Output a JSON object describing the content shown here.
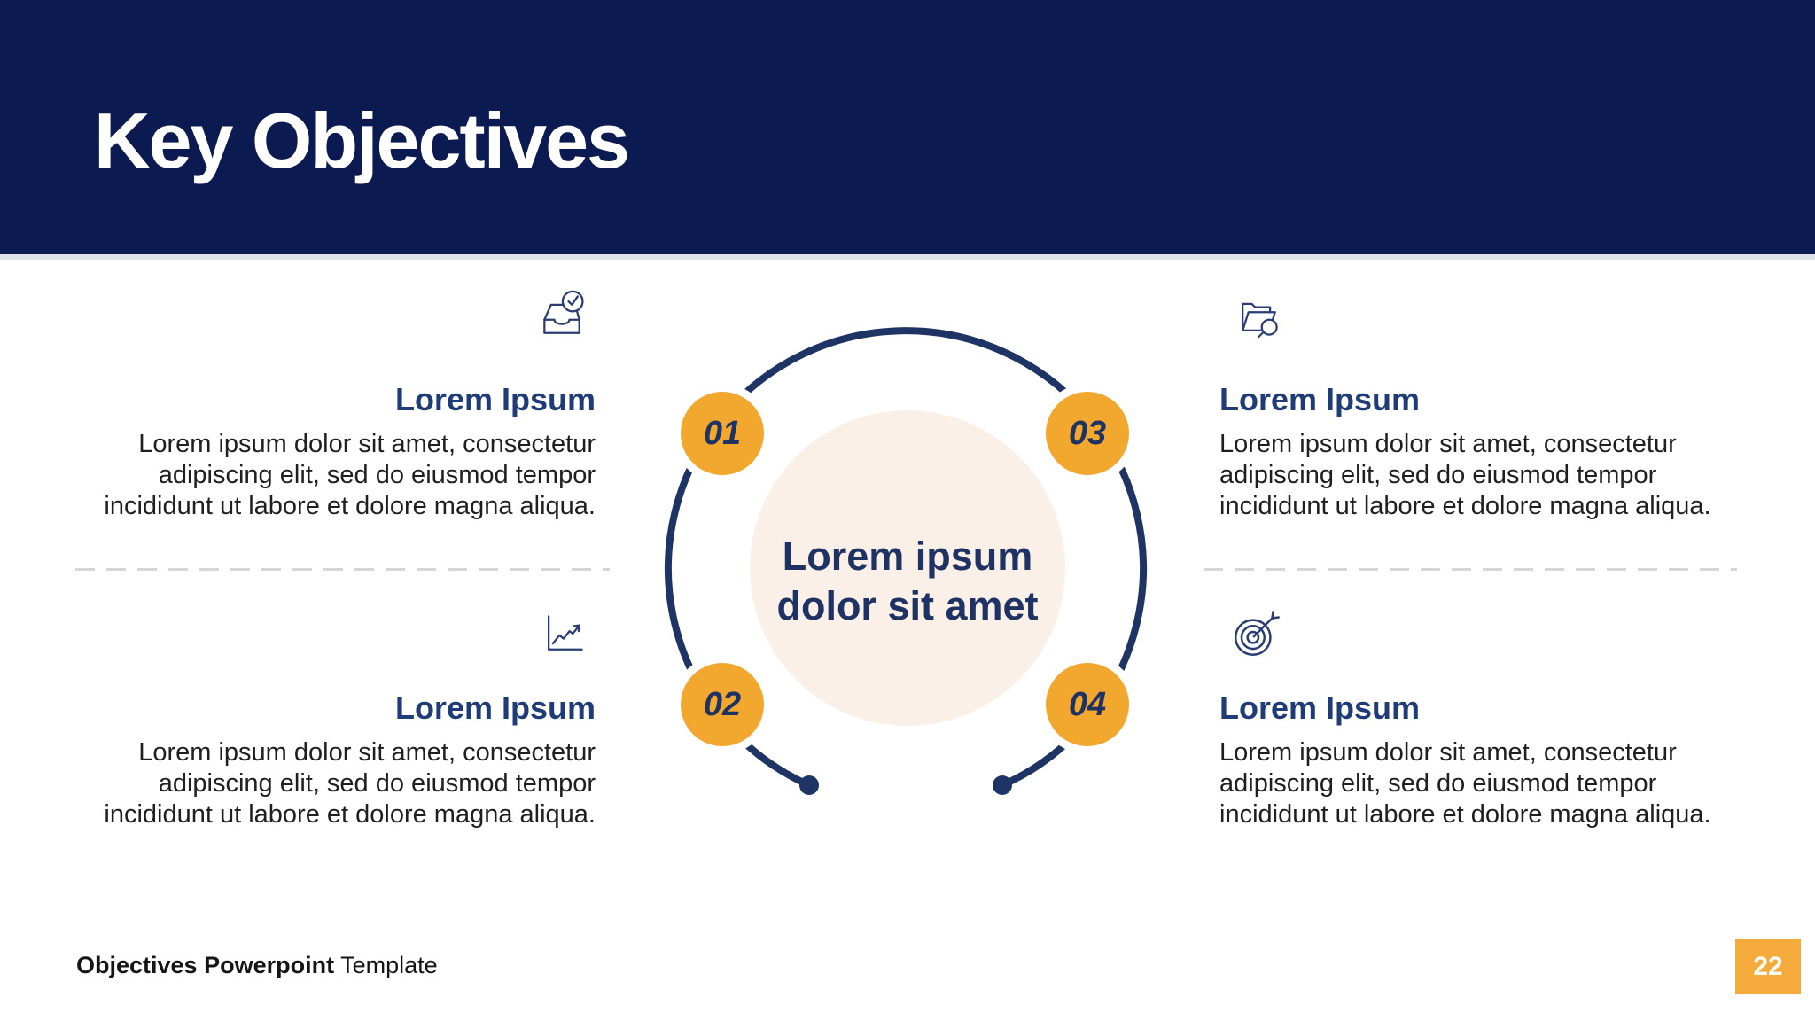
{
  "slide": {
    "title": "Key Objectives",
    "footer": {
      "bold_text": "Objectives Powerpoint",
      "regular_text": "Template"
    },
    "page_number": "22"
  },
  "center": {
    "label_line1": "Lorem ipsum",
    "label_line2": "dolor sit amet"
  },
  "steps": [
    {
      "number": "01"
    },
    {
      "number": "02"
    },
    {
      "number": "03"
    },
    {
      "number": "04"
    }
  ],
  "blocks": {
    "top_left": {
      "icon": "inbox-check-icon",
      "heading": "Lorem Ipsum",
      "body": "Lorem ipsum dolor sit amet, consectetur adipiscing elit, sed do eiusmod tempor incididunt ut labore et dolore magna aliqua."
    },
    "bottom_left": {
      "icon": "growth-chart-icon",
      "heading": "Lorem Ipsum",
      "body": "Lorem ipsum dolor sit amet, consectetur adipiscing elit, sed do eiusmod tempor incididunt ut labore et dolore magna aliqua."
    },
    "top_right": {
      "icon": "folder-search-icon",
      "heading": "Lorem Ipsum",
      "body": "Lorem ipsum dolor sit amet, consectetur adipiscing elit, sed do eiusmod tempor incididunt ut labore et dolore magna aliqua."
    },
    "bottom_right": {
      "icon": "target-arrow-icon",
      "heading": "Lorem Ipsum",
      "body": "Lorem ipsum dolor sit amet, consectetur adipiscing elit, sed do eiusmod tempor incididunt ut labore et dolore magna aliqua."
    }
  },
  "colors": {
    "header_navy": "#0C1A52",
    "accent_navy": "#1E3464",
    "heading_navy": "#1F3C78",
    "accent_orange": "#F2A72F",
    "page_box_orange": "#F5AB3B",
    "inner_circle_peach": "#FBF0E8"
  }
}
